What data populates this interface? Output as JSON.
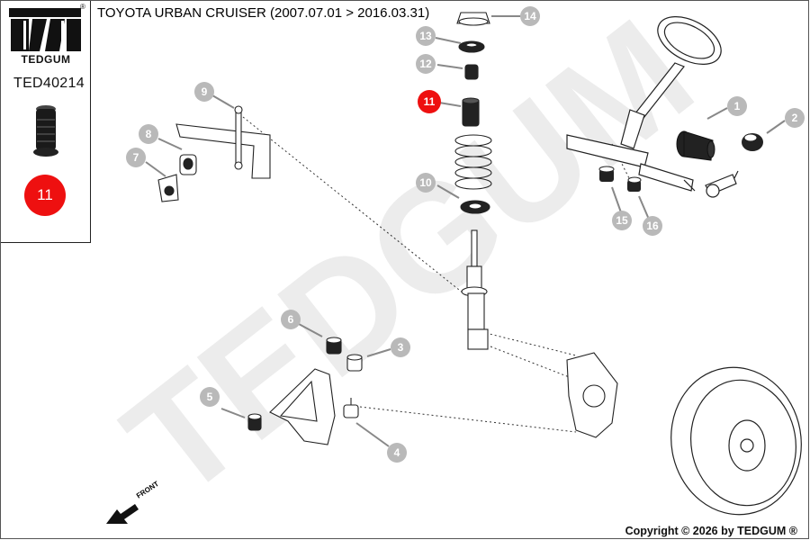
{
  "header": {
    "title": "TOYOTA URBAN CRUISER  (2007.07.01 > 2016.03.31)"
  },
  "brand": {
    "logo_text": "TEDGUM",
    "registered_mark": "®",
    "watermark_text": "TEDGUM"
  },
  "selected_part": {
    "code": "TED40214",
    "number": "11"
  },
  "callouts": [
    {
      "number": "1",
      "highlighted": false
    },
    {
      "number": "2",
      "highlighted": false
    },
    {
      "number": "3",
      "highlighted": false
    },
    {
      "number": "4",
      "highlighted": false
    },
    {
      "number": "5",
      "highlighted": false
    },
    {
      "number": "6",
      "highlighted": false
    },
    {
      "number": "7",
      "highlighted": false
    },
    {
      "number": "8",
      "highlighted": false
    },
    {
      "number": "9",
      "highlighted": false
    },
    {
      "number": "10",
      "highlighted": false
    },
    {
      "number": "11",
      "highlighted": true
    },
    {
      "number": "12",
      "highlighted": false
    },
    {
      "number": "13",
      "highlighted": false
    },
    {
      "number": "14",
      "highlighted": false
    },
    {
      "number": "15",
      "highlighted": false
    },
    {
      "number": "16",
      "highlighted": false
    }
  ],
  "direction_label": "FRONT",
  "footer": {
    "copyright": "Copyright © 2026 by TEDGUM ®"
  },
  "colors": {
    "highlight": "#ee1010",
    "callout": "#b9b9b9",
    "line": "#222222",
    "watermark": "#eeeeee"
  }
}
